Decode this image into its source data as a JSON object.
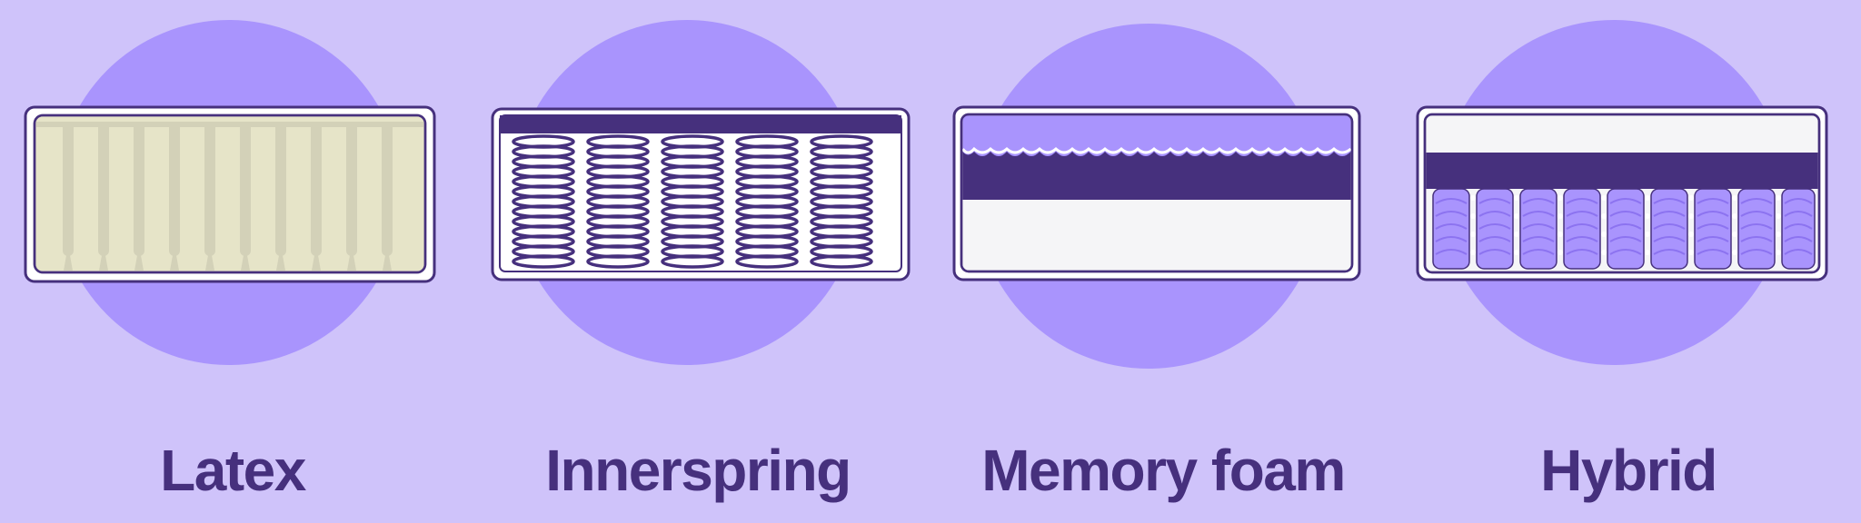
{
  "colors": {
    "background": "#cfc3fa",
    "circle": "#a994fd",
    "dark_purple": "#46307d",
    "latex_fill": "#e6e4c8",
    "latex_pillar": "#d3d1b8",
    "light_foam": "#f5f5f7",
    "spring_fill": "#a994fd"
  },
  "mattress_types": [
    {
      "label": "Latex"
    },
    {
      "label": "Innerspring"
    },
    {
      "label": "Memory foam"
    },
    {
      "label": "Hybrid"
    }
  ]
}
